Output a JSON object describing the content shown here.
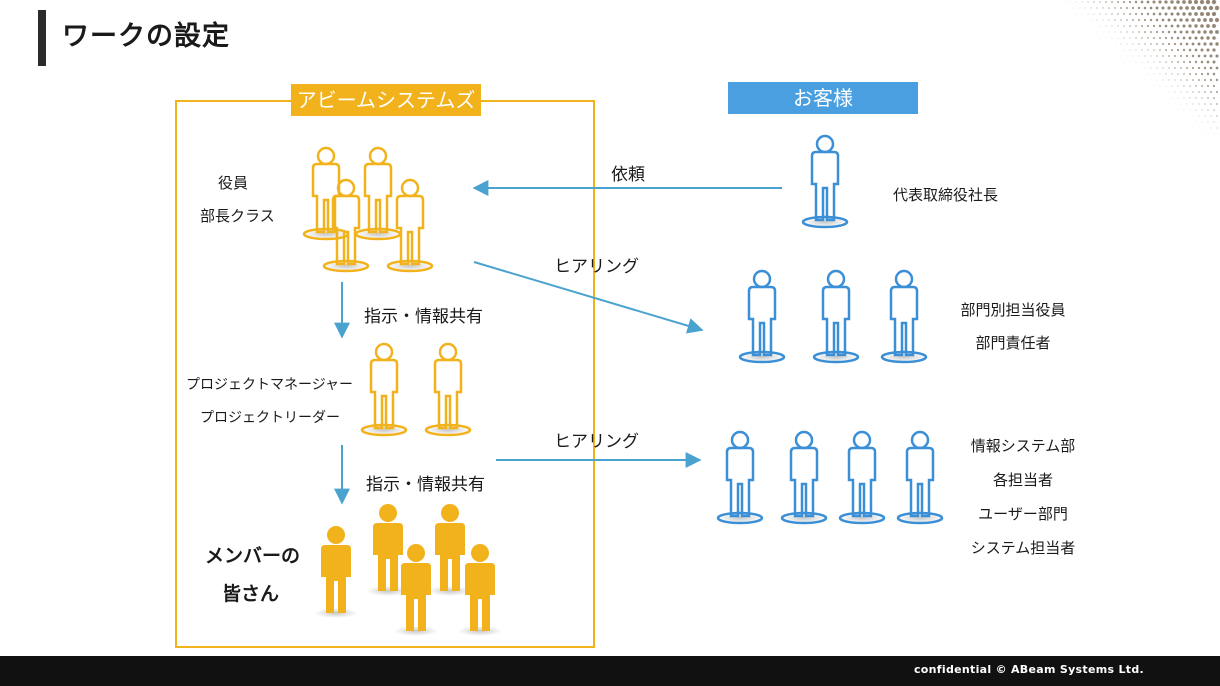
{
  "title": "ワークの設定",
  "abeam": {
    "header": "アビームシステムズ",
    "group1": {
      "line1": "役員",
      "line2": "部長クラス"
    },
    "instruct1": "指示・情報共有",
    "group2": {
      "line1": "プロジェクトマネージャー",
      "line2": "プロジェクトリーダー"
    },
    "instruct2": "指示・情報共有",
    "group3": {
      "line1": "メンバーの",
      "line2": "皆さん"
    }
  },
  "client": {
    "header": "お客様",
    "group1": {
      "line1": "代表取締役社長"
    },
    "group2": {
      "line1": "部門別担当役員",
      "line2": "部門責任者"
    },
    "group3": {
      "line1": "情報システム部",
      "line2": "各担当者",
      "line3": "ユーザー部門",
      "line4": "システム担当者"
    }
  },
  "arrows": {
    "request": "依頼",
    "hearing1": "ヒアリング",
    "hearing2": "ヒアリング"
  },
  "footer": "confidential   © ABeam Systems Ltd.",
  "colors": {
    "accent_yellow": "#f2b21b",
    "accent_blue": "#4a9fe0",
    "arrow_blue": "#4aa3cf",
    "outline_blue": "#3b8fd6"
  }
}
